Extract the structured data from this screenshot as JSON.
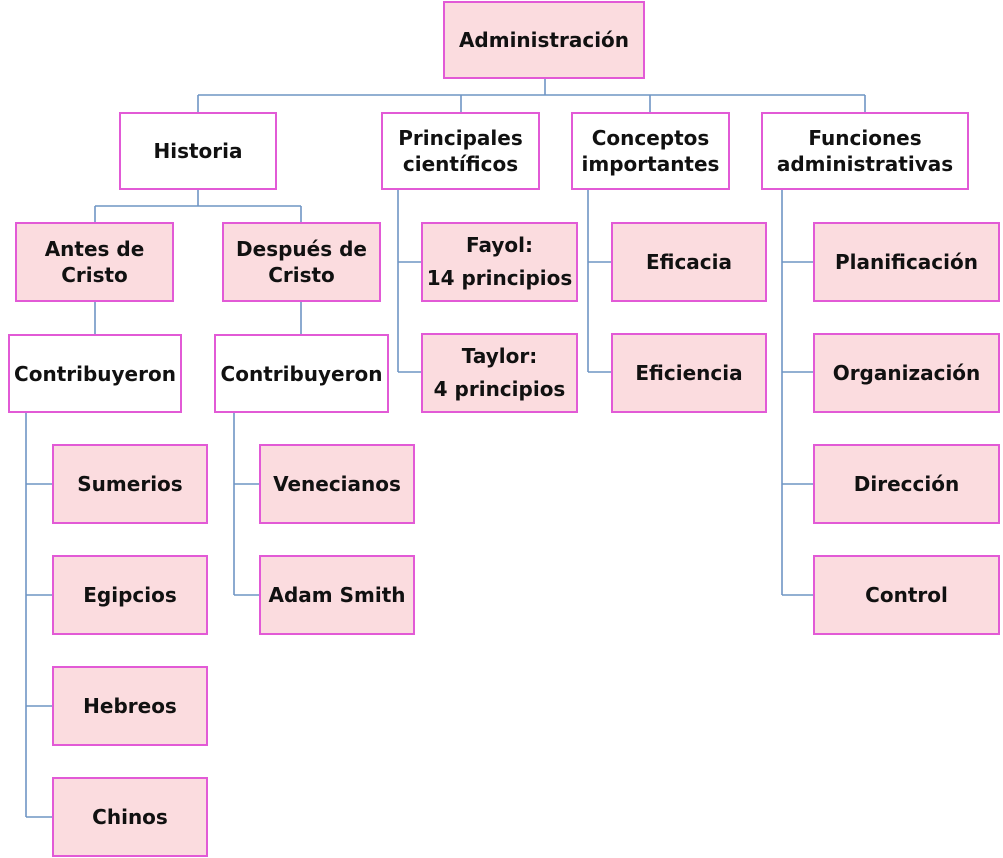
{
  "diagram": {
    "root": "Administración",
    "historia": {
      "label": "Historia",
      "antes": {
        "label": "Antes de\nCristo",
        "contrib": "Contribuyeron",
        "items": [
          "Sumerios",
          "Egipcios",
          "Hebreos",
          "Chinos"
        ]
      },
      "despues": {
        "label": "Después de\nCristo",
        "contrib": "Contribuyeron",
        "items": [
          "Venecianos",
          "Adam Smith"
        ]
      }
    },
    "cientificos": {
      "label": "Principales\ncientíficos",
      "items": [
        "Fayol:\n14 principios",
        "Taylor:\n4 principios"
      ]
    },
    "conceptos": {
      "label": "Conceptos\nimportantes",
      "items": [
        "Eficacia",
        "Eficiencia"
      ]
    },
    "funciones": {
      "label": "Funciones\nadministrativas",
      "items": [
        "Planificación",
        "Organización",
        "Dirección",
        "Control"
      ]
    }
  },
  "colors": {
    "box_border": "#e25ad6",
    "box_fill": "#fbdcdf",
    "connector": "#6f95c4"
  }
}
